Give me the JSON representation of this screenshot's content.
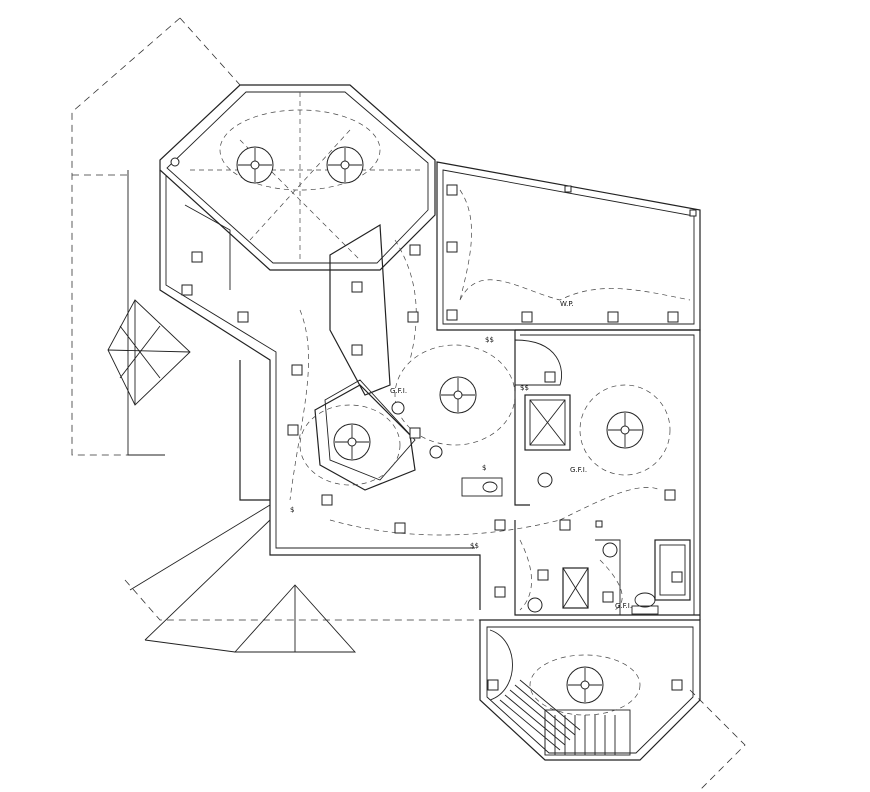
{
  "labels": {
    "gfi_1": "G.F.I.",
    "gfi_2": "G.F.I.",
    "gfi_3": "G.F.I.",
    "wp": "W.P.",
    "switch_1": "$$",
    "switch_2": "$$",
    "switch_3": "$",
    "switch_4": "$",
    "switch_5": "$$"
  },
  "colors": {
    "line": "#222222",
    "background": "#ffffff"
  },
  "icons": [
    "ceiling-fan-icon",
    "light-fixture-icon",
    "outlet-icon",
    "switch-icon"
  ]
}
